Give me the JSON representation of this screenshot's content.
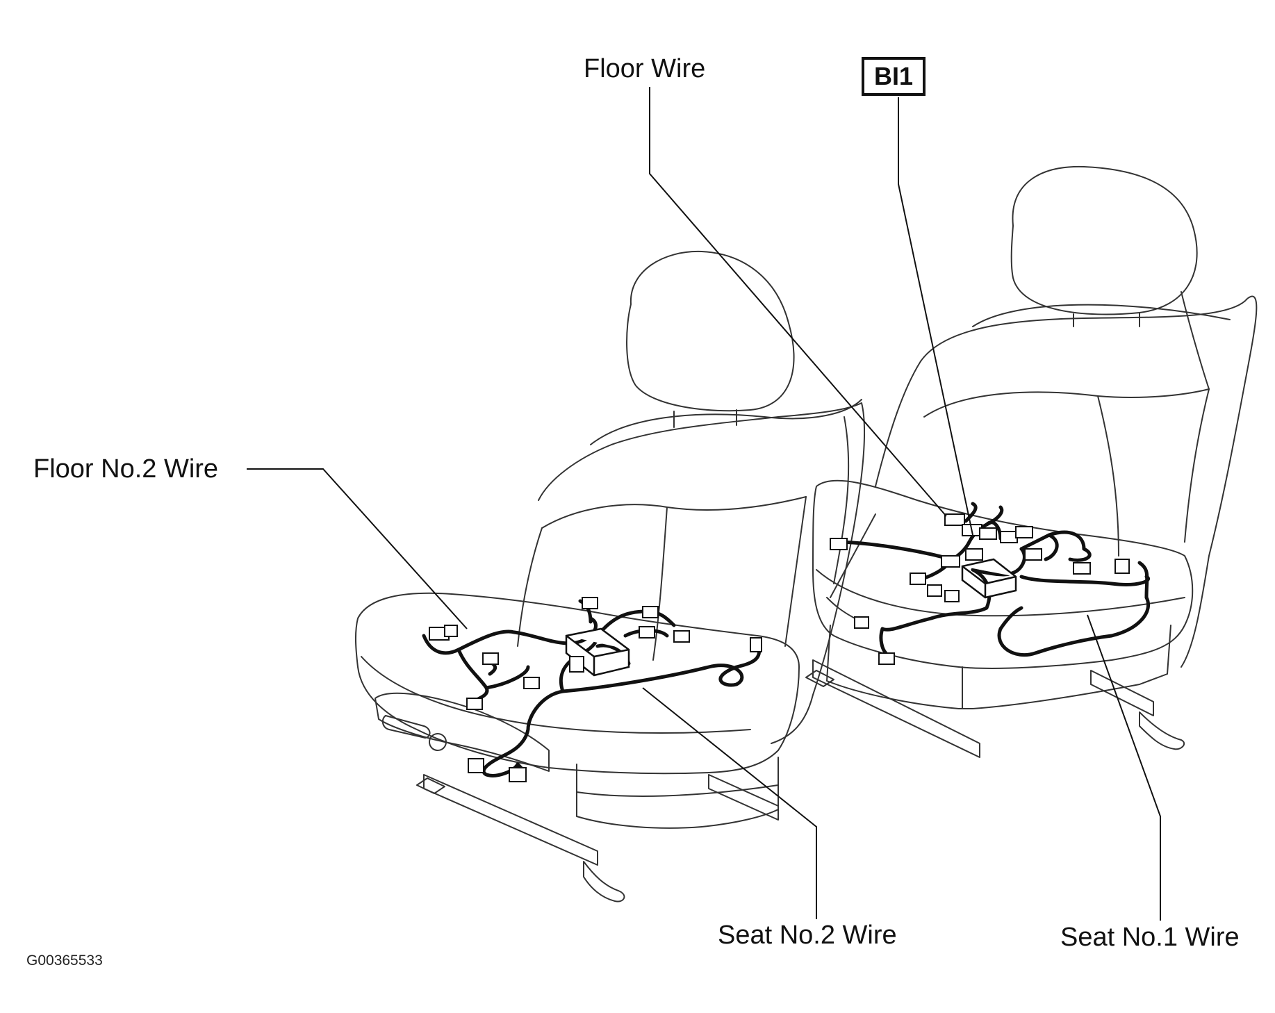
{
  "labels": {
    "floor_wire": "Floor Wire",
    "bi1": "BI1",
    "floor_no2_wire": "Floor No.2 Wire",
    "seat_no2_wire": "Seat No.2 Wire",
    "seat_no1_wire": "Seat No.1 Wire"
  },
  "figure_code": "G00365533"
}
